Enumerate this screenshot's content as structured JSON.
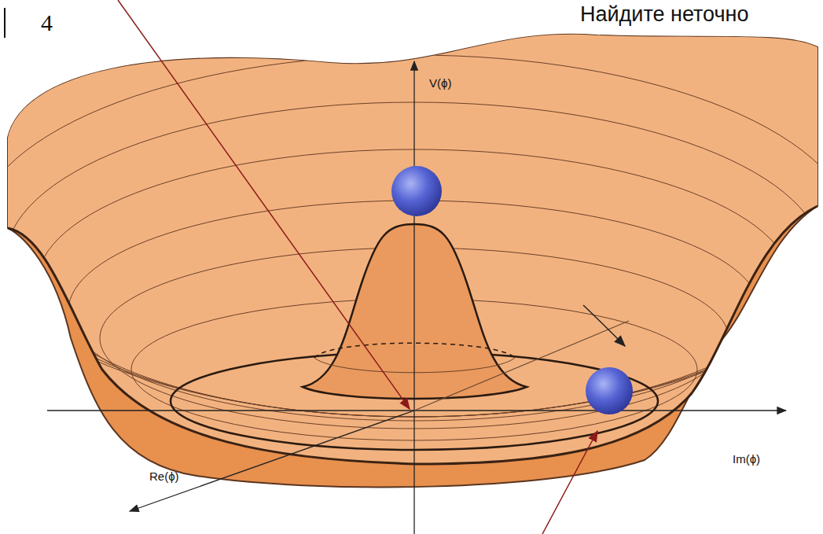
{
  "diagram": {
    "labels": [
      "4",
      "Найдите неточно",
      "V(ϕ)",
      "Im(ϕ)",
      "Re(ϕ)"
    ]
  }
}
